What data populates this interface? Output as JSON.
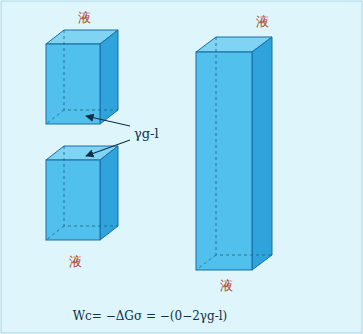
{
  "diagram": {
    "labels": [
      "液",
      "液",
      "γg-l",
      "液",
      "液",
      "Wc= −ΔGσ = −(0−2γg-l)"
    ]
  }
}
